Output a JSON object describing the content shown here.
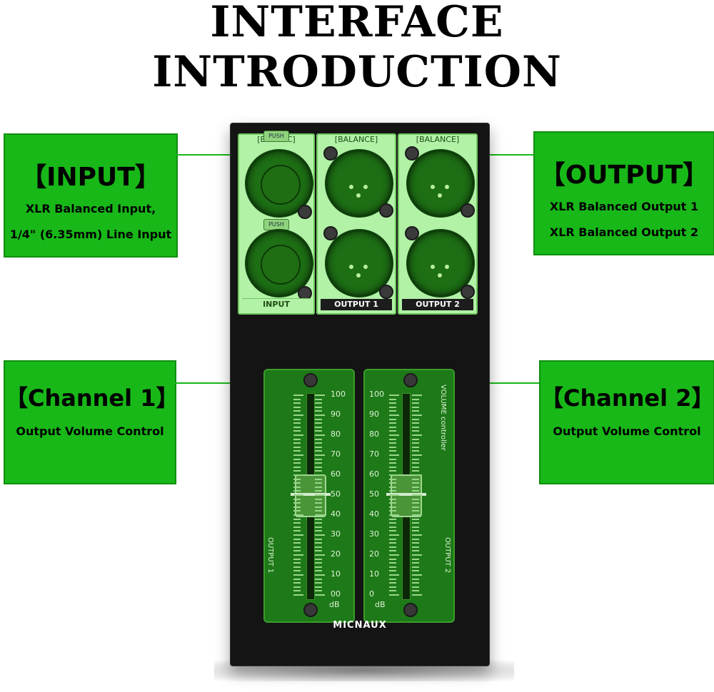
{
  "title": "INTERFACE INTRODUCTION",
  "callouts": {
    "input": {
      "title": "【INPUT】",
      "line1": "XLR Balanced Input,",
      "line2": "1/4\" (6.35mm) Line Input"
    },
    "output": {
      "title": "【OUTPUT】",
      "line1": "XLR Balanced Output 1",
      "line2": "XLR Balanced Output 2"
    },
    "ch1": {
      "title": "【Channel 1】",
      "desc": "Output Volume Control"
    },
    "ch2": {
      "title": "【Channel 2】",
      "desc": "Output Volume Control"
    }
  },
  "device": {
    "input_label": "INPUT",
    "output1_label": "OUTPUT 1",
    "output2_label": "OUTPUT 2",
    "balance_label": "[BALANCE]",
    "input_top_label": "[BALANC]",
    "push_label": "PUSH",
    "brand": "MICNAUX",
    "volume_controller": "VOLUME controller",
    "output1_vert": "OUTPUT 1",
    "output2_vert": "OUTPUT 2",
    "db_label": "dB",
    "scale_left": [
      "100",
      "90",
      "80",
      "70",
      "60",
      "50",
      "40",
      "30",
      "20",
      "10",
      "00"
    ],
    "scale_right": [
      "100",
      "90",
      "80",
      "70",
      "60",
      "50",
      "40",
      "30",
      "20",
      "10",
      "0"
    ],
    "slider_levels": {
      "ch1": 0.5,
      "ch2": 0.5
    }
  },
  "colors": {
    "accent_green": "#18b818",
    "panel_green": "#b2f2a7",
    "device_black": "#141414"
  }
}
